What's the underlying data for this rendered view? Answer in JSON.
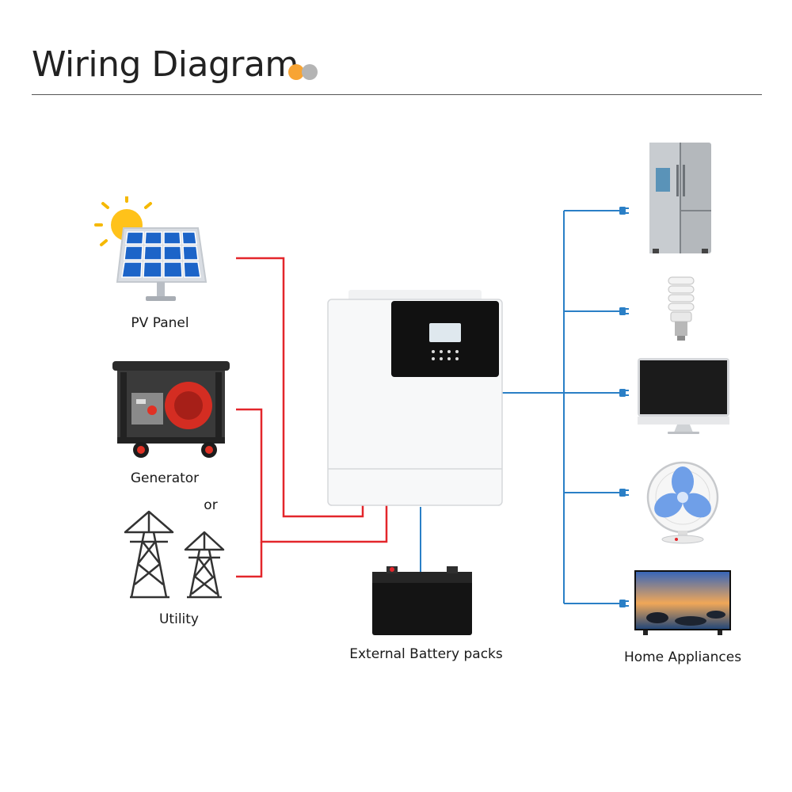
{
  "header": {
    "title": "Wiring Diagram"
  },
  "colors": {
    "ac_wire": "#e3262b",
    "load_wire": "#2a7fc6",
    "accent_orange": "#f7a434",
    "accent_grey": "#b4b4b4"
  },
  "sources": {
    "pv_panel": "PV Panel",
    "generator": "Generator",
    "or_text": "or",
    "utility": "Utility"
  },
  "storage": {
    "battery": "External Battery packs"
  },
  "loads": {
    "label": "Home Appliances",
    "items": [
      {
        "icon": "refrigerator-icon"
      },
      {
        "icon": "light-bulb-icon"
      },
      {
        "icon": "computer-monitor-icon"
      },
      {
        "icon": "fan-icon"
      },
      {
        "icon": "television-icon"
      }
    ]
  }
}
